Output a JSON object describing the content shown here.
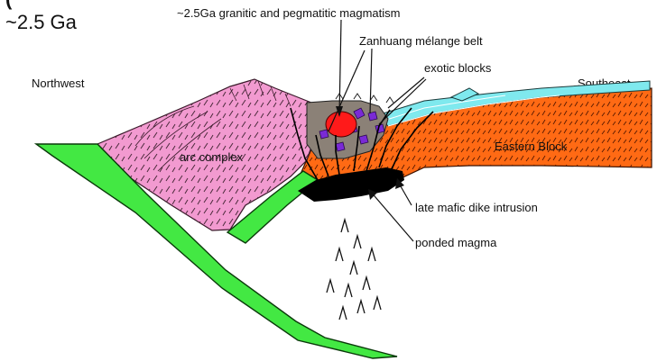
{
  "stage": {
    "partial_title": "(",
    "age": "~2.5 Ga"
  },
  "directions": {
    "left": "Northwest",
    "right": "Southeast"
  },
  "labels": {
    "magmatism": "~2.5Ga granitic and pegmatitic magmatism",
    "melange": "Zanhuang mélange belt",
    "exotic": "exotic blocks",
    "eastern_block": "Eastern Block",
    "arc": "arc complex",
    "dike": "late mafic dike intrusion",
    "ponded": "ponded magma"
  },
  "colors": {
    "arc": "#f29ad0",
    "slab": "#43e843",
    "eastern_block": "#ff6a14",
    "melange": "#8b8177",
    "pluton": "#ff1a1a",
    "sediment": "#7fe9ee",
    "magma": "#000000"
  },
  "icons": [
    "magma-rise-arrows"
  ]
}
